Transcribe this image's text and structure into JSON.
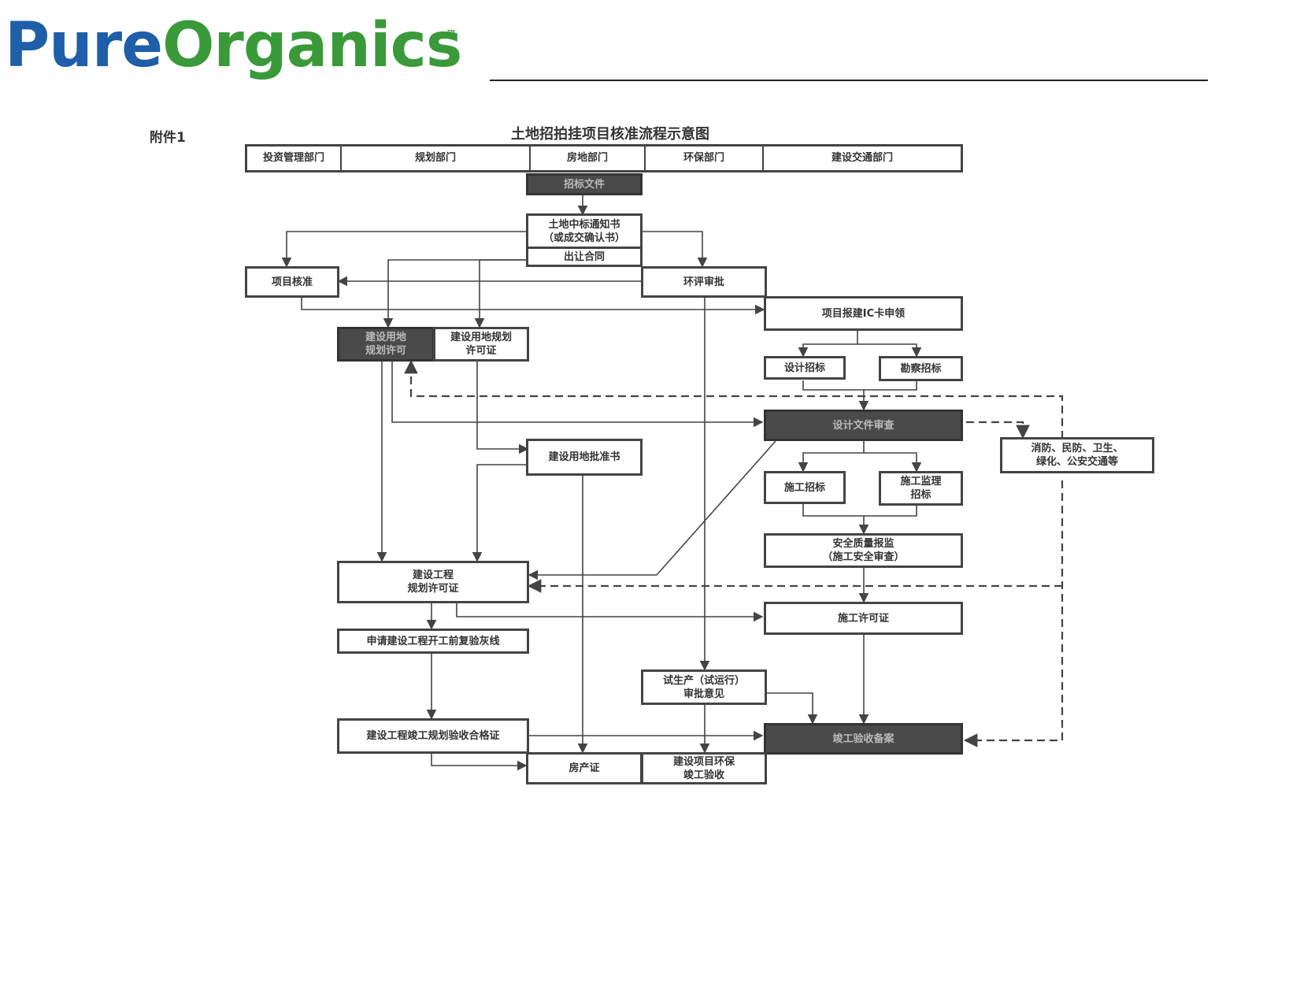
{
  "logo": {
    "brand_part1": "Pure",
    "brand_part2": "Organics",
    "trademark": "™",
    "colors": {
      "blue": "#1f5ea8",
      "green": "#3a9a3a"
    }
  },
  "annex_label": "附件1",
  "diagram_title": "土地招拍挂项目核准流程示意图",
  "departments": [
    "投资管理部门",
    "规划部门",
    "房地部门",
    "环保部门",
    "建设交通部门"
  ],
  "nodes": {
    "tender_docs": "招标文件",
    "win_notice": "土地中标通知书\n（或成交确认书）",
    "transfer_contract": "出让合同",
    "project_approval": "项目核准",
    "eia_approval": "环评审批",
    "ic_card": "项目报建IC卡申领",
    "land_plan_left": "建设用地\n规划许可",
    "land_plan_permit": "建设用地规划\n许可证",
    "design_bid": "设计招标",
    "survey_bid": "勘察招标",
    "design_review": "设计文件审查",
    "fire_etc": "消防、民防、卫生、\n绿化、公安交通等",
    "land_approval": "建设用地批准书",
    "construction_bid": "施工招标",
    "supervision_bid": "施工监理\n招标",
    "safety_quality": "安全质量报监\n（施工安全审查）",
    "project_plan_permit": "建设工程\n规划许可证",
    "construction_permit": "施工许可证",
    "line_check": "申请建设工程开工前复验灰线",
    "trial_production": "试生产（试运行）\n审批意见",
    "completion_cert": "建设工程竣工规划验收合格证",
    "completion_filing": "竣工验收备案",
    "property_cert": "房产证",
    "env_completion": "建设项目环保\n竣工验收"
  }
}
